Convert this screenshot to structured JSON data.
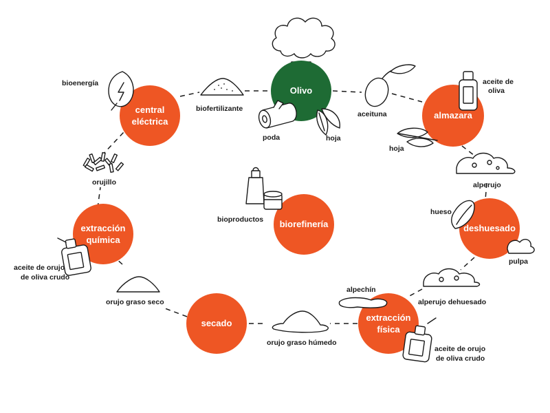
{
  "colors": {
    "process": "#ee5624",
    "origin": "#1e6b34",
    "ink": "#1a1a1a"
  },
  "nodes": {
    "olivo": "Olivo",
    "almazara": "almazara",
    "deshuesado": "deshuesado",
    "extraccion_fisica": [
      "extracción",
      "física"
    ],
    "secado": "secado",
    "extraccion_quimica": [
      "extracción",
      "química"
    ],
    "central_electrica": [
      "central",
      "eléctrica"
    ],
    "biorefineria": "biorefinería"
  },
  "items": {
    "bioenergia": "bioenergía",
    "biofertilizante": "biofertilizante",
    "poda": "poda",
    "hoja_olivo": "hoja",
    "aceituna": "aceituna",
    "aceite_oliva": [
      "aceite de",
      "oliva"
    ],
    "hoja_almazara": "hoja",
    "alperujo": "alperujo",
    "hueso": "hueso",
    "pulpa": "pulpa",
    "alperujo_deshuesado": "alperujo dehuesado",
    "alpechin": "alpechín",
    "aceite_orujo_fisica": [
      "aceite de orujo",
      "de oliva crudo"
    ],
    "orujo_graso_humedo": "orujo graso húmedo",
    "orujo_graso_seco": "orujo graso seco",
    "aceite_orujo_quimica": [
      "aceite de orujo",
      "de oliva crudo"
    ],
    "orujillo": "orujillo",
    "bioproductos": "bioproductos"
  },
  "icons": [
    "tree-icon",
    "leaf-energy-icon",
    "powder-pile-icon",
    "log-icon",
    "leaves-icon",
    "olive-icon",
    "bottle-icon",
    "alperujo-icon",
    "pit-icon",
    "pulp-icon",
    "puddle-icon",
    "pellets-icon",
    "cosmetics-icon"
  ]
}
